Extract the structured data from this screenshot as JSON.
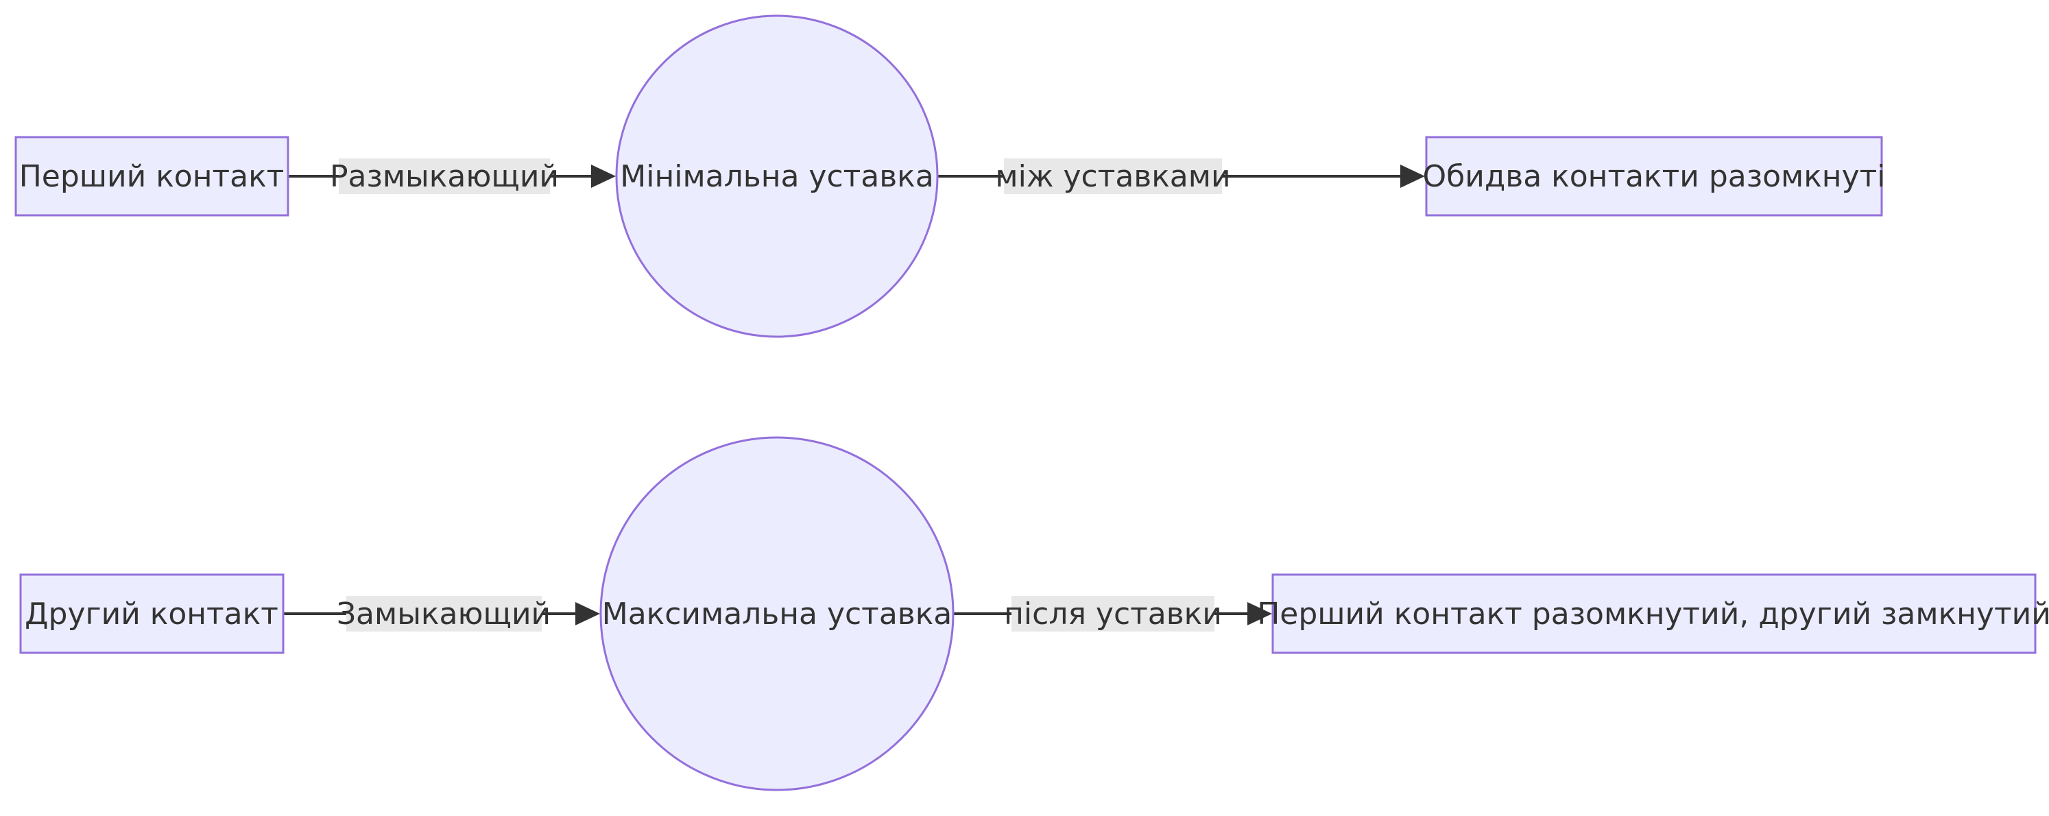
{
  "nodes": {
    "first_contact": "Перший контакт",
    "min_setpoint": "Мінімальна уставка",
    "both_open": "Обидва контакти разомкнуті",
    "second_contact": "Другий контакт",
    "max_setpoint": "Максимальна уставка",
    "first_open_second_closed": "Перший контакт разомкнутий, другий замкнутий"
  },
  "edges": {
    "opening": "Размыкающий",
    "between_setpoints": "між уставками",
    "closing": "Замыкающий",
    "after_setpoint": "після уставки"
  },
  "colors": {
    "node_fill": "#ECECFF",
    "node_stroke": "#9370DB",
    "edge": "#333333",
    "label_bg": "#e8e8e8"
  }
}
